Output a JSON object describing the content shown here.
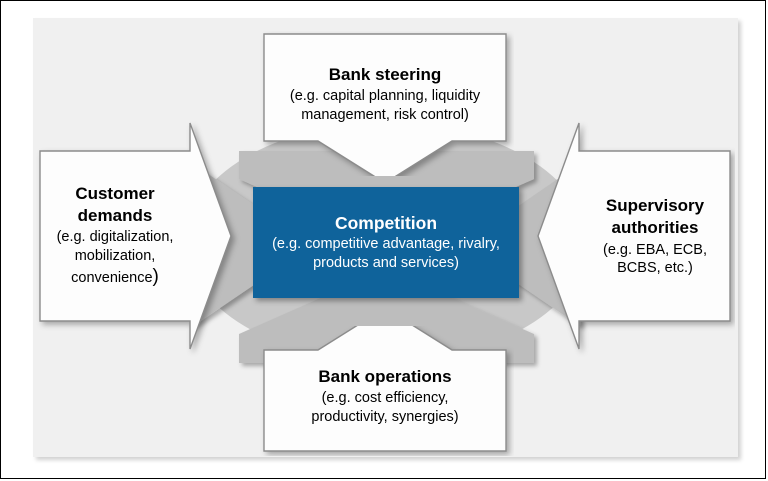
{
  "diagram": {
    "type": "four-forces-converging",
    "background_color": "#f0f0f0",
    "accent_color": "#0f639b",
    "arrow_color": "#bfbfbf",
    "circle_color": "#c7c7c7",
    "center": {
      "title": "Competition",
      "subtitle_line1": "(e.g. competitive advantage, rivalry,",
      "subtitle_line2": "products and services)"
    },
    "nodes": [
      {
        "id": "bank-steering",
        "position": "top",
        "direction": "down",
        "title": "Bank steering",
        "subtitle_line1": "(e.g. capital planning, liquidity",
        "subtitle_line2": "management, risk control)"
      },
      {
        "id": "customer-demands",
        "position": "left",
        "direction": "right",
        "title_line1": "Customer",
        "title_line2": "demands",
        "subtitle_line1": "(e.g. digitalization,",
        "subtitle_line2": "mobilization,",
        "subtitle_line3": "convenience",
        "subtitle_line3_close": ")"
      },
      {
        "id": "supervisory-authorities",
        "position": "right",
        "direction": "left",
        "title_line1": "Supervisory",
        "title_line2": "authorities",
        "subtitle_line1": "(e.g. EBA, ECB,",
        "subtitle_line2": "BCBS, etc.)"
      },
      {
        "id": "bank-operations",
        "position": "bottom",
        "direction": "up",
        "title": "Bank operations",
        "subtitle_line1": "(e.g. cost efficiency,",
        "subtitle_line2": "productivity, synergies)"
      }
    ]
  }
}
